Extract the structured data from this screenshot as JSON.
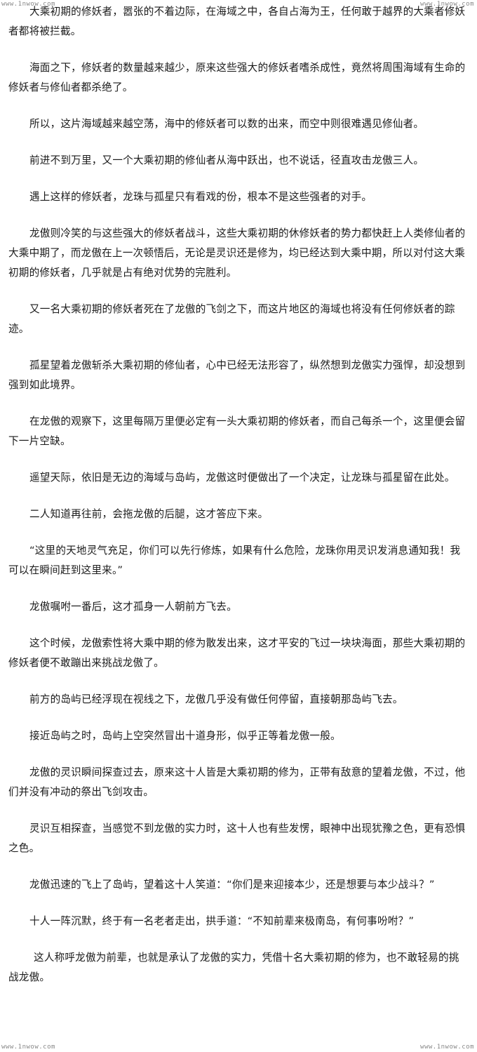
{
  "watermark": "www.1nwow.com",
  "paragraphs": [
    "大乘初期的修妖者，嚣张的不着边际，在海域之中，各自占海为王，任何敢于越界的大乘者修妖者都将被拦截。",
    "海面之下，修妖者的数量越来越少，原来这些强大的修妖者嗜杀成性，竟然将周围海域有生命的修妖者与修仙者都杀绝了。",
    "所以，这片海域越来越空荡，海中的修妖者可以数的出来，而空中则很难遇见修仙者。",
    "前进不到万里，又一个大乘初期的修仙者从海中跃出，也不说话，径直攻击龙傲三人。",
    "遇上这样的修妖者，龙珠与孤星只有看戏的份，根本不是这些强者的对手。",
    "龙傲则冷笑的与这些强大的修妖者战斗，这些大乘初期的休修妖者的势力都快赶上人类修仙者的大乘中期了，而龙傲在上一次顿悟后，无论是灵识还是修为，均已经达到大乘中期，所以对付这大乘初期的修妖者，几乎就是占有绝对优势的完胜利。",
    "又一名大乘初期的修妖者死在了龙傲的飞剑之下，而这片地区的海域也将没有任何修妖者的踪迹。",
    "孤星望着龙傲斩杀大乘初期的修仙者，心中已经无法形容了，纵然想到龙傲实力强悍，却没想到强到如此境界。",
    "在龙傲的观察下，这里每隔万里便必定有一头大乘初期的修妖者，而自己每杀一个，这里便会留下一片空缺。",
    "遥望天际，依旧是无边的海域与岛屿，龙傲这时便做出了一个决定，让龙珠与孤星留在此处。",
    "二人知道再往前，会拖龙傲的后腿，这才答应下来。",
    "“这里的天地灵气充足，你们可以先行修炼，如果有什么危险，龙珠你用灵识发消息通知我！我可以在瞬间赶到这里来。”",
    "龙傲嘱咐一番后，这才孤身一人朝前方飞去。",
    "这个时候，龙傲索性将大乘中期的修为散发出来，这才平安的飞过一块块海面，那些大乘初期的修妖者便不敢蹦出来挑战龙傲了。",
    "前方的岛屿已经浮现在视线之下，龙傲几乎没有做任何停留，直接朝那岛屿飞去。",
    "接近岛屿之时，岛屿上空突然冒出十道身形，似乎正等着龙傲一般。",
    "龙傲的灵识瞬间探查过去，原来这十人皆是大乘初期的修为，正带有敌意的望着龙傲，不过，他们并没有冲动的祭出飞剑攻击。",
    "灵识互相探查，当感觉不到龙傲的实力时，这十人也有些发愣，眼神中出现犹豫之色，更有恐惧之色。",
    "龙傲迅速的飞上了岛屿，望着这十人笑道：“你们是来迎接本少，还是想要与本少战斗？”",
    "十人一阵沉默，终于有一名老者走出，拱手道：“不知前辈来极南岛，有何事吩咐？”",
    "这人称呼龙傲为前辈，也就是承认了龙傲的实力，凭借十名大乘初期的修为，也不敢轻易的挑战龙傲。"
  ]
}
